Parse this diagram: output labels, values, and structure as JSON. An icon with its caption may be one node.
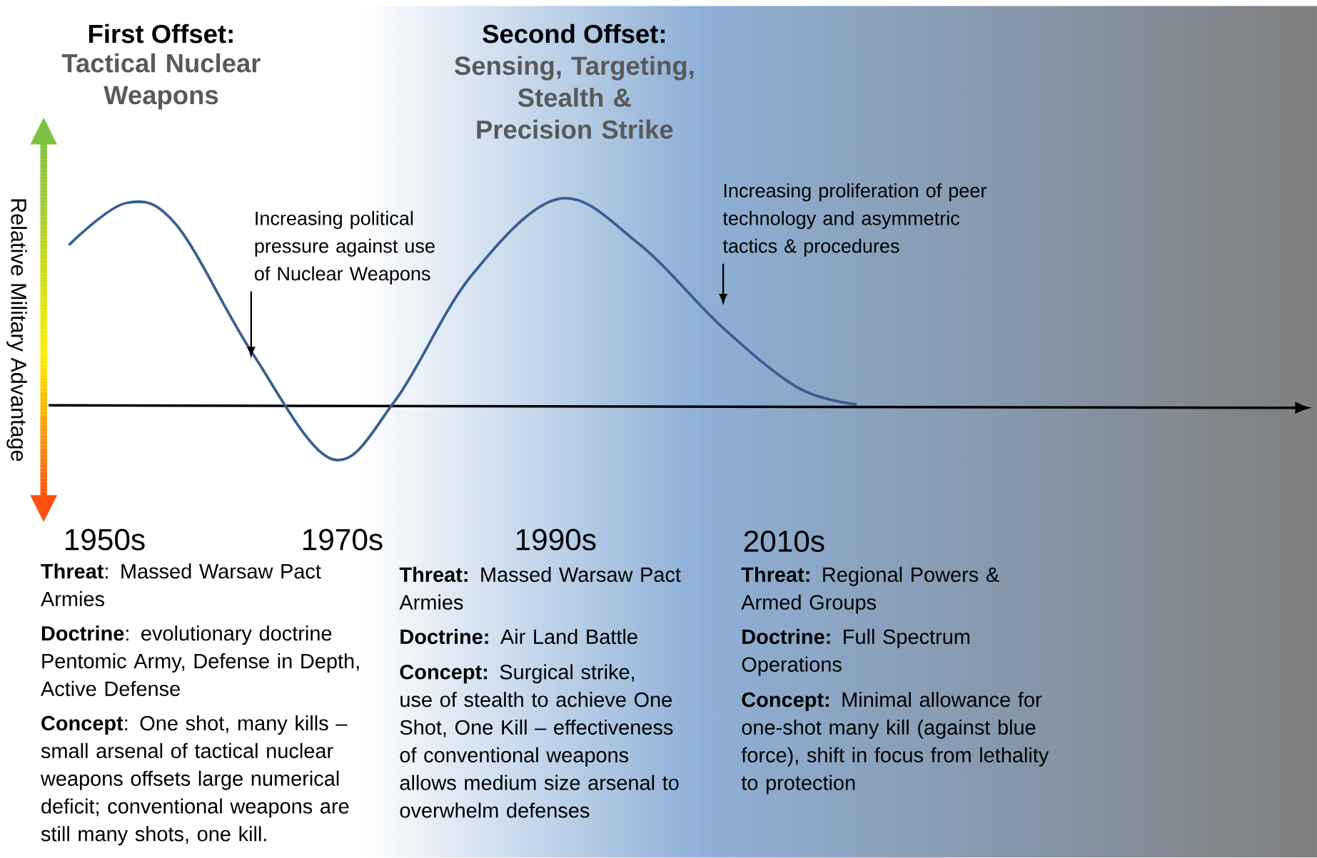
{
  "diagram": {
    "nodes": [
      {
        "text": [
          "Increasing political pressure against use of Nuclear Weapons"
        ]
      },
      {
        "text": [
          "Increasing proliferation of peer technology and asymmetric tactics & procedures"
        ]
      }
    ],
    "edges": [
      {
        "from": 0,
        "to": null,
        "arrow": "to"
      },
      {
        "from": 1,
        "to": null,
        "arrow": "to"
      }
    ],
    "labels": [
      "First Offset:",
      "Tactical Nuclear Weapons",
      "Second Offset:",
      "Sensing, Targeting, Stealth & Precision Strike",
      "Relative Military Advantage",
      "1950s",
      "1970s",
      "1990s",
      "2010s",
      "**Threat**: Massed Warsaw Pact Armies",
      "**Doctrine**: evolutionary doctrine Pentomic Army, Defense in Depth, Active Defense",
      "**Concept**: One shot, many kills – small arsenal of tactical nuclear weapons offsets large numerical deficit; conventional weapons are still many shots, one kill.",
      "**Threat:** Massed Warsaw Pact Armies",
      "**Doctrine:** Air Land Battle",
      "**Concept:** Surgical strike, use of stealth to achieve One Shot, One Kill – effectiveness of conventional weapons allows medium size arsenal to overwhelm defenses",
      "**Threat:** Regional Powers & Armed Groups",
      "**Doctrine:** Full Spectrum Operations",
      "**Concept:** Minimal allowance for one-shot many kill (against blue force), shift in focus from lethality to protection"
    ]
  }
}
